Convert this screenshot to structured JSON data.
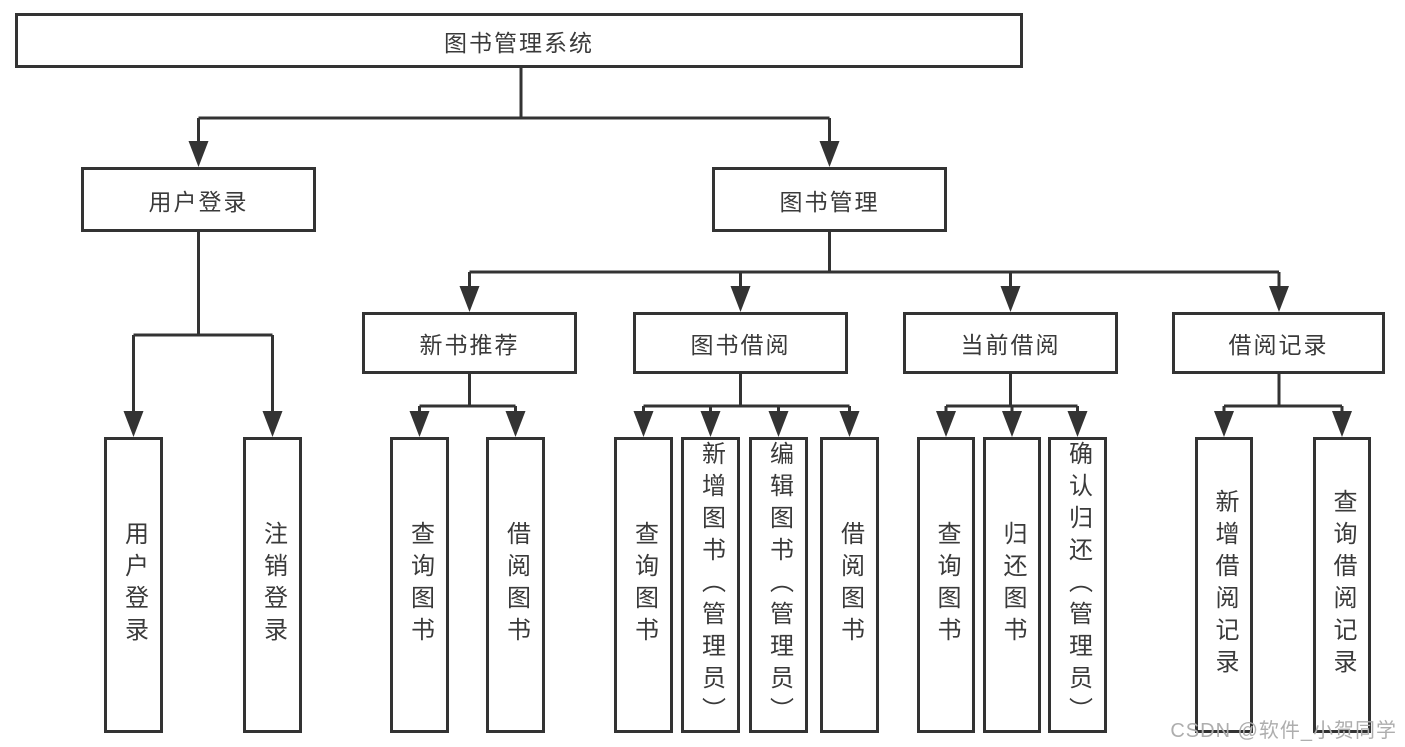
{
  "diagram": {
    "title_node": "图书管理系统",
    "colors": {
      "line": "#333333",
      "box_border": "#333333",
      "label_text": "#3a3a3a",
      "watermark": "#aeaeae",
      "background": "#ffffff"
    }
  },
  "nodes": {
    "root": {
      "label": "图书管理系统"
    },
    "user_login": {
      "label": "用户登录"
    },
    "book_mgmt": {
      "label": "图书管理"
    },
    "new_book_rec": {
      "label": "新书推荐"
    },
    "book_borrow": {
      "label": "图书借阅"
    },
    "current_borrow": {
      "label": "当前借阅"
    },
    "borrow_record": {
      "label": "借阅记录"
    },
    "leaf_user_login": {
      "label": "用户登录"
    },
    "leaf_logout": {
      "label": "注销登录"
    },
    "leaf_rec_query_book": {
      "label": "查询图书"
    },
    "leaf_rec_borrow_book": {
      "label": "借阅图书"
    },
    "leaf_bb_query_book": {
      "label": "查询图书"
    },
    "leaf_bb_add_book": {
      "label": "新增图书（管理员）"
    },
    "leaf_bb_edit_book": {
      "label": "编辑图书（管理员）"
    },
    "leaf_bb_borrow_book": {
      "label": "借阅图书"
    },
    "leaf_cb_query_book": {
      "label": "查询图书"
    },
    "leaf_cb_return_book": {
      "label": "归还图书"
    },
    "leaf_cb_confirm_return": {
      "label": "确认归还（管理员）"
    },
    "leaf_br_add_record": {
      "label": "新增借阅记录"
    },
    "leaf_br_query_record": {
      "label": "查询借阅记录"
    }
  },
  "watermark": {
    "text": "CSDN @软件_小贺同学"
  }
}
